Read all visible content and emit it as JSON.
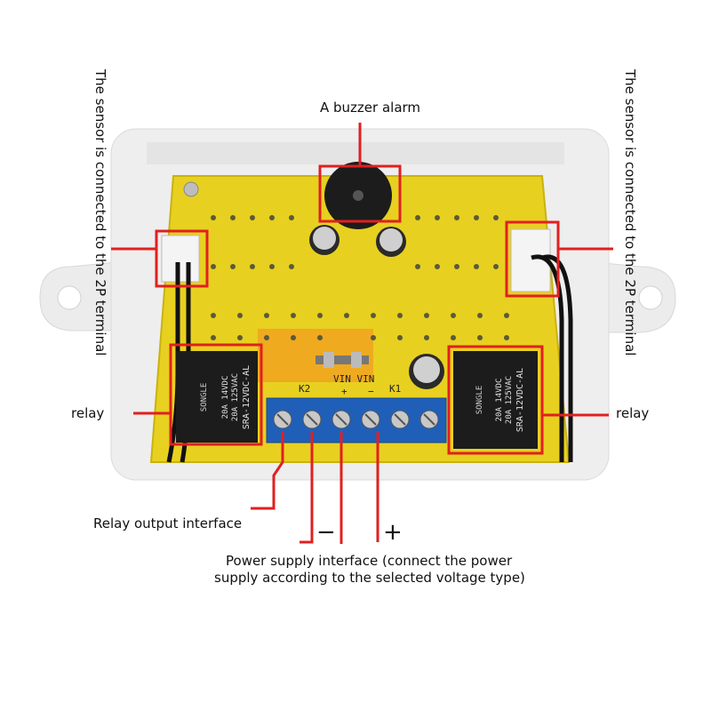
{
  "annotations": {
    "buzzer": "A buzzer alarm",
    "sensor_left": "The sensor is connected to the 2P terminal",
    "sensor_right": "The sensor is connected to the 2P terminal",
    "relay_left": "relay",
    "relay_right": "relay",
    "relay_output": "Relay output interface",
    "minus_sign": "−",
    "plus_sign": "+",
    "power_supply_line1": "Power supply interface (connect the power",
    "power_supply_line2": "supply according to the selected voltage type)"
  },
  "board": {
    "terminal_k2": "K2",
    "terminal_k1": "K1",
    "vin_label": "VIN VIN",
    "vin_plus": "+",
    "vin_minus": "−",
    "relay_brand": "SONGLE",
    "relay_rating_1": "20A 14VDC",
    "relay_rating_2": "20A 125VAC",
    "relay_model": "SRA-12VDC-AL"
  },
  "colors": {
    "annotation_red": "#e02020",
    "pcb_yellow": "#e8d020",
    "terminal_blue": "#1f5fb8",
    "enclosure": "#eeeeee"
  }
}
